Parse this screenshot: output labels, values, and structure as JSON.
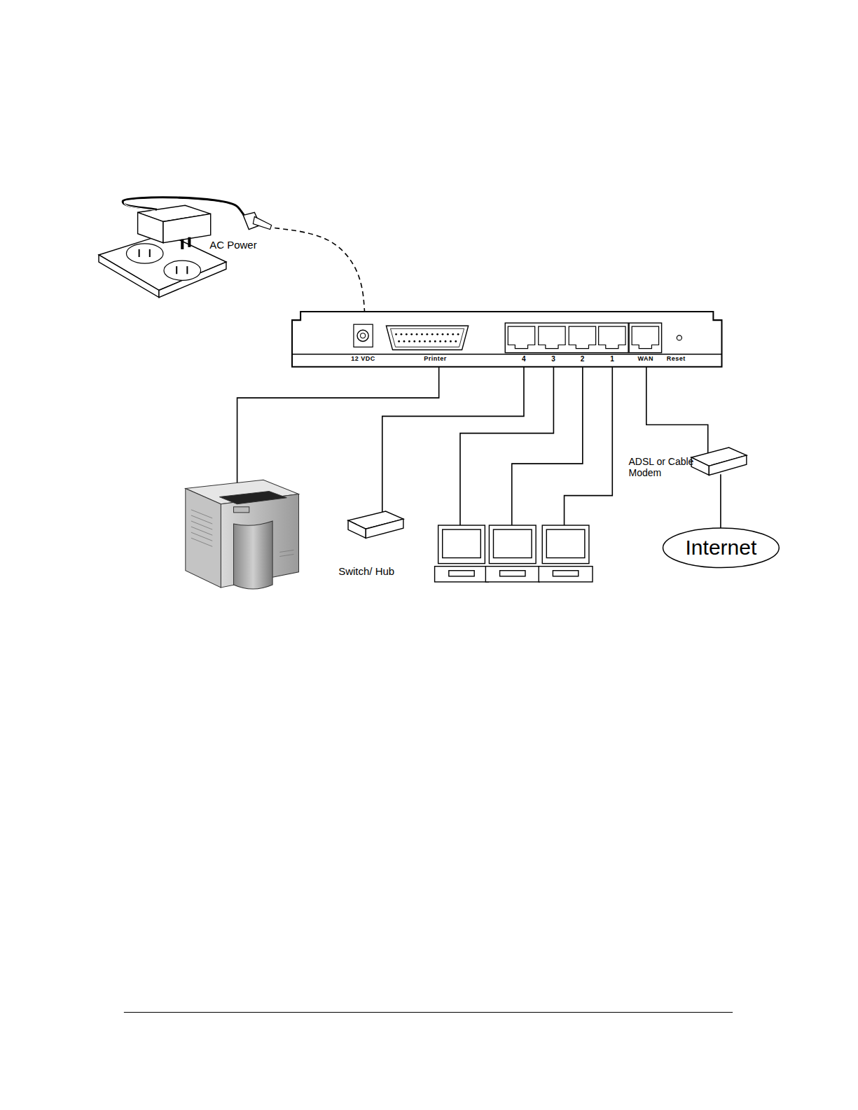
{
  "diagram": {
    "nodes": [
      {
        "text": [
          "AC Power"
        ]
      },
      {
        "text": [
          "12 VDC",
          "Printer",
          "4",
          "3",
          "2",
          "1",
          "WAN",
          "Reset"
        ]
      },
      {
        "text": [
          "Switch/ Hub"
        ]
      },
      {
        "text": [
          "ADSL or Cable Modem"
        ]
      },
      {
        "text": [
          "Internet"
        ]
      }
    ],
    "edges": [
      {
        "from": 0,
        "to": 1,
        "arrow": "none"
      },
      {
        "from": 1,
        "to": 2,
        "arrow": "none"
      },
      {
        "from": 1,
        "to": 3,
        "arrow": "none"
      },
      {
        "from": 3,
        "to": 4,
        "arrow": "none"
      }
    ]
  }
}
